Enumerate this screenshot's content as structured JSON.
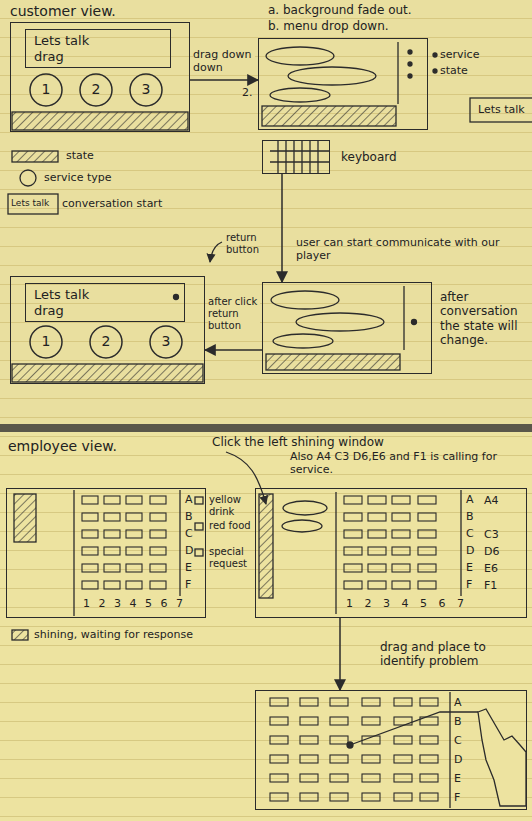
{
  "diagram": {
    "nodes": [
      {
        "text": []
      },
      {
        "text": [
          "Lets talk drag"
        ],
        "in": 0
      },
      {
        "text": [
          "1"
        ],
        "in": 0
      },
      {
        "text": [
          "2"
        ],
        "in": 0
      },
      {
        "text": [
          "3"
        ],
        "in": 0
      },
      {
        "text": []
      },
      {
        "text": [
          "keyboard"
        ]
      },
      {
        "text": []
      },
      {
        "text": []
      },
      {
        "text": [
          "Lets talk drag"
        ],
        "in": 8
      },
      {
        "text": [
          "1"
        ],
        "in": 8
      },
      {
        "text": [
          "2"
        ],
        "in": 8
      },
      {
        "text": [
          "3"
        ],
        "in": 8
      },
      {
        "text": [
          "A B C D E F",
          "1 2 3 4 5 6 7"
        ]
      },
      {
        "text": [
          "A B C D E F",
          "1 2 3 4 5 6 7"
        ]
      },
      {
        "text": [
          "A B C D E F"
        ]
      }
    ],
    "edges": [
      {
        "from": 0,
        "to": 5,
        "arrow": "to",
        "label": "drag down down"
      },
      {
        "from": 6,
        "to": 7,
        "arrow": "to"
      },
      {
        "from": 7,
        "to": 8,
        "arrow": "to",
        "label": "after click return button"
      },
      {
        "from": 14,
        "to": 15,
        "arrow": "to"
      }
    ],
    "labels": [
      "customer view.",
      "2.",
      "a. background fade out.",
      "b. menu drop down.",
      "service",
      "state",
      "Lets talk",
      "Lets talk",
      "return button",
      "user can start communicate with our player",
      "after conversation the state will change.",
      "employee view.",
      "Click the left shining window",
      "Also A4 C3 D6,E6 and F1 is calling for service.",
      "yellow drink",
      "red food",
      "special request",
      "A4",
      "C3",
      "D6",
      "E6",
      "F1",
      "drag and place to identify problem"
    ],
    "legend": [
      {
        "text": "state"
      },
      {
        "text": "service type"
      },
      {
        "text": "conversation start"
      },
      {
        "text": "shining, waiting for response"
      }
    ]
  }
}
